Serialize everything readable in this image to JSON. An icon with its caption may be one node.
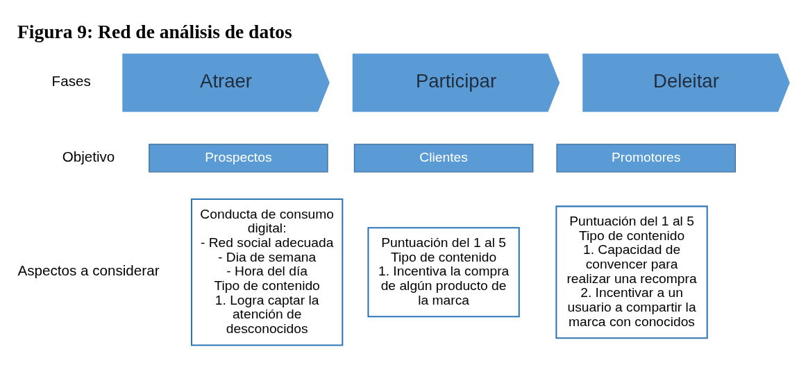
{
  "diagram": {
    "title": "Figura 9: Red de análisis de datos",
    "nodes": [
      {
        "text": [
          "Atraer"
        ]
      },
      {
        "text": [
          "Participar"
        ]
      },
      {
        "text": [
          "Deleitar"
        ]
      },
      {
        "text": [
          "Prospectos"
        ]
      },
      {
        "text": [
          "Clientes"
        ]
      },
      {
        "text": [
          "Promotores"
        ]
      },
      {
        "text": [
          "Conducta de consumo digital:",
          "- Red social adecuada",
          "- Dia de semana",
          "- Hora del día",
          "Tipo de contenido",
          "1. Logra captar la atención de desconocidos"
        ]
      },
      {
        "text": [
          "Puntuación del 1 al 5",
          "Tipo de contenido",
          "1. Incentiva la compra de algún producto de la marca"
        ]
      },
      {
        "text": [
          "Puntuación del 1 al 5",
          "Tipo de contenido",
          "1. Capacidad de convencer para realizar una recompra",
          "2. Incentivar a un usuario a compartir la marca con conocidos"
        ]
      }
    ],
    "edges": [],
    "labels": [
      "Fases",
      "Objetivo",
      "Aspectos a considerar"
    ]
  }
}
